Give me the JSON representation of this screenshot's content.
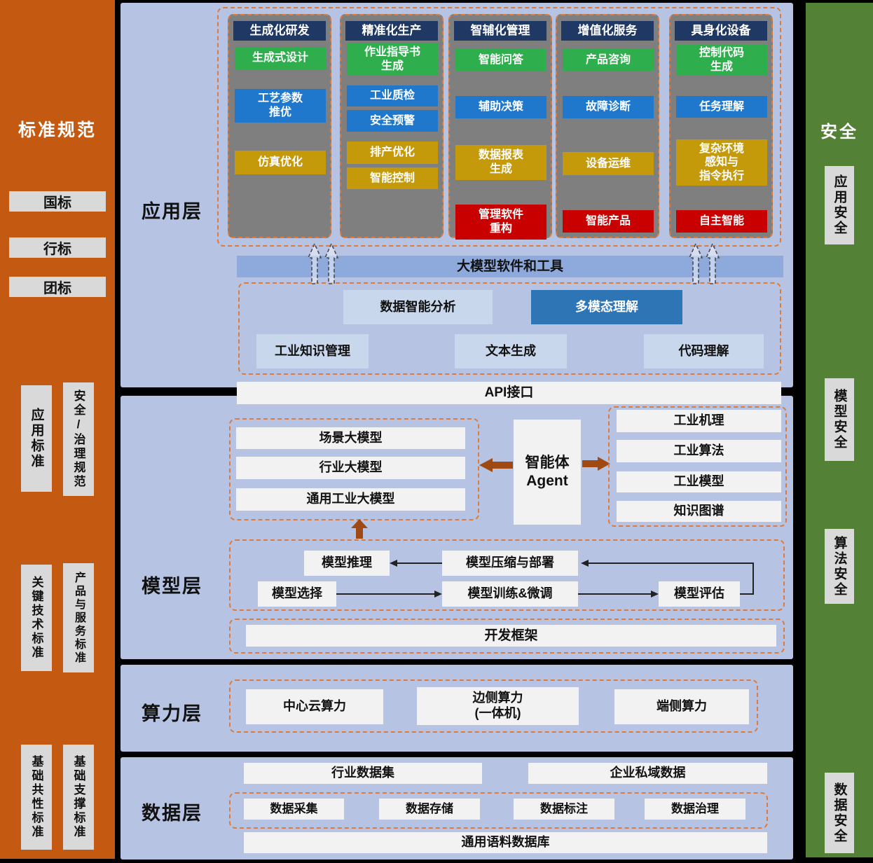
{
  "left_sidebar": {
    "title": "标准规范",
    "buttons": [
      "国标",
      "行标",
      "团标"
    ],
    "vertical": [
      "应用标准",
      "安全/治理规范",
      "关键技术标准",
      "产品与服务标准",
      "基础共性标准",
      "基础支撑标准"
    ]
  },
  "right_sidebar": {
    "title": "安全",
    "items": [
      "应用安全",
      "模型安全",
      "算法安全",
      "数据安全"
    ]
  },
  "app": {
    "label": "应用层",
    "columns": [
      {
        "header": "生成化研发",
        "items": [
          {
            "label": "生成式设计"
          },
          {
            "label": "工艺参数\n推优"
          },
          {
            "label": "仿真优化"
          }
        ]
      },
      {
        "header": "精准化生产",
        "items": [
          {
            "label": "作业指导书\n生成"
          },
          {
            "label": "工业质检"
          },
          {
            "label": "安全预警"
          },
          {
            "label": "排产优化"
          },
          {
            "label": "智能控制"
          }
        ]
      },
      {
        "header": "智辅化管理",
        "items": [
          {
            "label": "智能问答"
          },
          {
            "label": "辅助决策"
          },
          {
            "label": "数据报表\n生成"
          },
          {
            "label": "管理软件\n重构"
          }
        ]
      },
      {
        "header": "增值化服务",
        "items": [
          {
            "label": "产品咨询"
          },
          {
            "label": "故障诊断"
          },
          {
            "label": "设备运维"
          },
          {
            "label": "智能产品"
          }
        ]
      },
      {
        "header": "具身化设备",
        "items": [
          {
            "label": "控制代码\n生成"
          },
          {
            "label": "任务理解"
          },
          {
            "label": "复杂环境\n感知与\n指令执行"
          },
          {
            "label": "自主智能"
          }
        ]
      }
    ],
    "tools_bar": "大模型软件和工具",
    "caps": [
      "数据智能分析",
      "多模态理解",
      "工业知识管理",
      "文本生成",
      "代码理解"
    ],
    "api_bar": "API接口"
  },
  "model": {
    "label": "模型层",
    "models": [
      "场景大模型",
      "行业大模型",
      "通用工业大模型"
    ],
    "agent": "智能体\nAgent",
    "knowledge": [
      "工业机理",
      "工业算法",
      "工业模型",
      "知识图谱"
    ],
    "flow": [
      "模型推理",
      "模型压缩与部署",
      "模型选择",
      "模型训练&微调",
      "模型评估"
    ],
    "framework": "开发框架"
  },
  "compute": {
    "label": "算力层",
    "items": [
      "中心云算力",
      "边侧算力\n(一体机)",
      "端侧算力"
    ]
  },
  "dataset": {
    "label": "数据层",
    "top": [
      "行业数据集",
      "企业私域数据"
    ],
    "middle": [
      "数据采集",
      "数据存储",
      "数据标注",
      "数据治理"
    ],
    "bottom": "通用语料数据库"
  },
  "colors": {
    "orange_sidebar": "#C45911",
    "green_sidebar": "#538135",
    "section_bg": "#B7C3E3",
    "column_gray": "#7F7F7F",
    "header_navy": "#1F3864",
    "item_green": "#2EAE4C",
    "item_blue": "#1F78CC",
    "item_gold": "#C49A0B",
    "item_red": "#C80000",
    "tools_bar_blue": "#8EA9DB",
    "capability_light": "#C9D7EC",
    "capability_dark": "#2E75B6",
    "box_white": "#F2F2F2",
    "sidebar_chip": "#D9D9D9",
    "dashed_border": "#DD7B3C",
    "arrow_brown": "#9E4A12"
  }
}
